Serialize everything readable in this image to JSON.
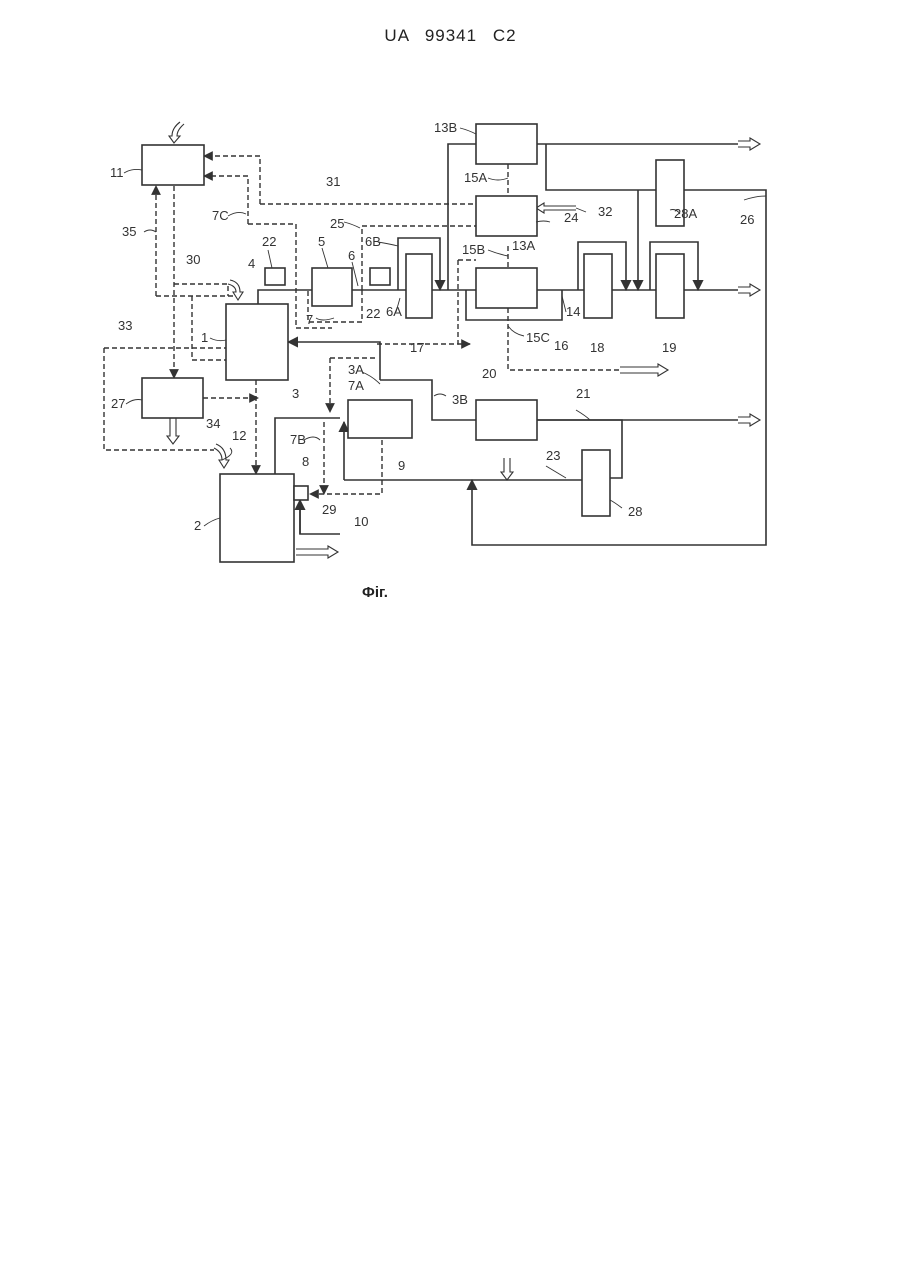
{
  "document": {
    "header": "UA 99341 C2",
    "caption": "Фіг."
  },
  "labels": {
    "l1": "1",
    "l2": "2",
    "l3": "3",
    "l3A": "3A",
    "l3B": "3B",
    "l4": "4",
    "l5": "5",
    "l6": "6",
    "l6A": "6A",
    "l6B": "6B",
    "l7": "7",
    "l7A": "7A",
    "l7B": "7B",
    "l7C": "7C",
    "l8": "8",
    "l9": "9",
    "l10": "10",
    "l11": "11",
    "l12": "12",
    "l13A": "13A",
    "l13B": "13B",
    "l14": "14",
    "l15A": "15A",
    "l15B": "15B",
    "l15C": "15C",
    "l16": "16",
    "l17": "17",
    "l18": "18",
    "l19": "19",
    "l20": "20",
    "l21": "21",
    "l22a": "22",
    "l22b": "22",
    "l23": "23",
    "l24": "24",
    "l25": "25",
    "l26": "26",
    "l27": "27",
    "l28": "28",
    "l28A": "28A",
    "l29": "29",
    "l30": "30",
    "l31": "31",
    "l32": "32",
    "l33": "33",
    "l34": "34",
    "l35": "35"
  }
}
